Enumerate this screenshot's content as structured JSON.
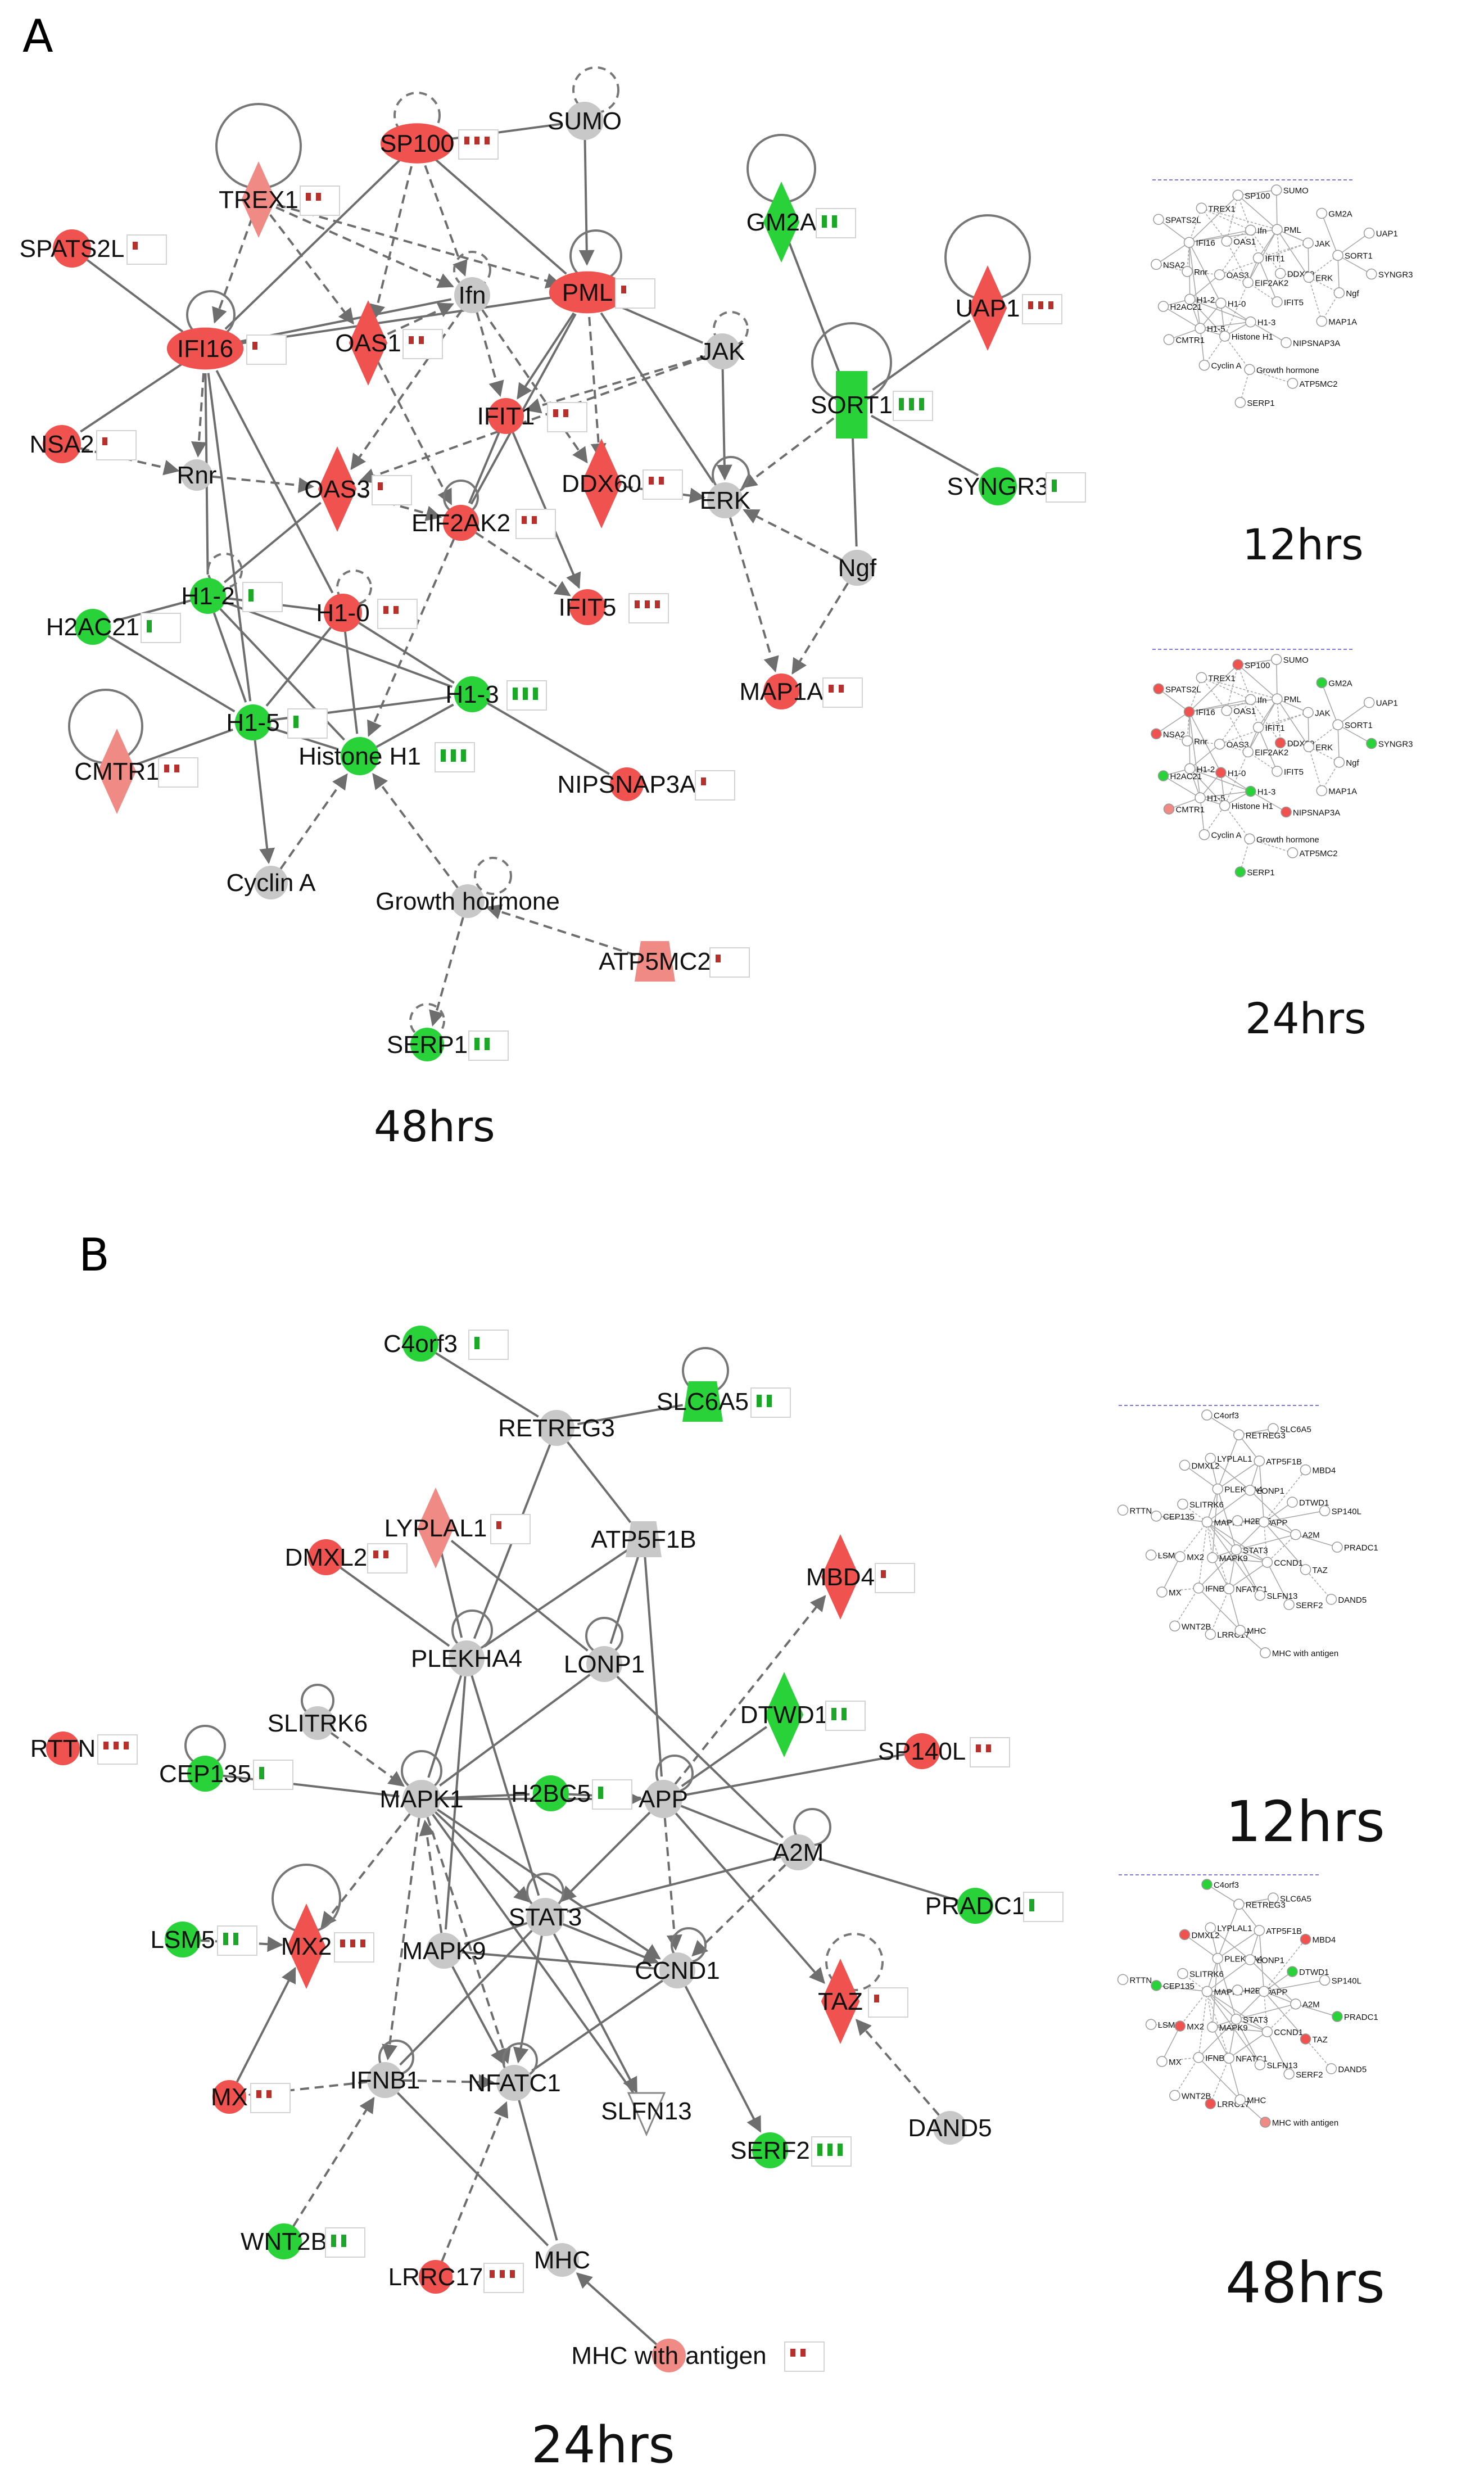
{
  "colors": {
    "up": "#f0524f",
    "upLight": "#f08a85",
    "down": "#2ad23a",
    "neutral": "#c8c8c8",
    "edge": "#6e6e6e"
  },
  "panels": [
    {
      "letter": "A",
      "main_label": "48hrs",
      "thumb_labels": [
        "12hrs",
        "24hrs"
      ],
      "nodes": [
        {
          "id": "SPATS2L",
          "label": "SPATS2L",
          "shape": "circle",
          "color": "up"
        },
        {
          "id": "TREX1",
          "label": "TREX1",
          "shape": "diamond",
          "color": "upLight"
        },
        {
          "id": "SP100",
          "label": "SP100",
          "shape": "ellipse",
          "color": "up"
        },
        {
          "id": "SUMO",
          "label": "SUMO",
          "shape": "circle",
          "color": "neutral"
        },
        {
          "id": "GM2A",
          "label": "GM2A",
          "shape": "diamond",
          "color": "down"
        },
        {
          "id": "UAP1",
          "label": "UAP1",
          "shape": "diamond",
          "color": "up"
        },
        {
          "id": "IFI16",
          "label": "IFI16",
          "shape": "ellipse",
          "color": "up"
        },
        {
          "id": "OAS1",
          "label": "OAS1",
          "shape": "diamond",
          "color": "up"
        },
        {
          "id": "Ifn",
          "label": "Ifn",
          "shape": "circle",
          "color": "neutral"
        },
        {
          "id": "PML",
          "label": "PML",
          "shape": "ellipse",
          "color": "up"
        },
        {
          "id": "JAK",
          "label": "JAK",
          "shape": "circle",
          "color": "neutral"
        },
        {
          "id": "SORT1",
          "label": "SORT1",
          "shape": "rect",
          "color": "down"
        },
        {
          "id": "NSA2",
          "label": "NSA2",
          "shape": "circle",
          "color": "up"
        },
        {
          "id": "IFIT1",
          "label": "IFIT1",
          "shape": "circle",
          "color": "up"
        },
        {
          "id": "Rnr",
          "label": "Rnr",
          "shape": "circle",
          "color": "neutral"
        },
        {
          "id": "OAS3",
          "label": "OAS3",
          "shape": "diamond",
          "color": "up"
        },
        {
          "id": "DDX60",
          "label": "DDX60",
          "shape": "diamond",
          "color": "up"
        },
        {
          "id": "ERK",
          "label": "ERK",
          "shape": "circle",
          "color": "neutral"
        },
        {
          "id": "SYNGR3",
          "label": "SYNGR3",
          "shape": "circle",
          "color": "down"
        },
        {
          "id": "EIF2AK2",
          "label": "EIF2AK2",
          "shape": "circle",
          "color": "up"
        },
        {
          "id": "Ngf",
          "label": "Ngf",
          "shape": "circle",
          "color": "neutral"
        },
        {
          "id": "H1-2",
          "label": "H1-2",
          "shape": "circle",
          "color": "down"
        },
        {
          "id": "H1-0",
          "label": "H1-0",
          "shape": "circle",
          "color": "up"
        },
        {
          "id": "IFIT5",
          "label": "IFIT5",
          "shape": "circle",
          "color": "up"
        },
        {
          "id": "H2AC21",
          "label": "H2AC21",
          "shape": "circle",
          "color": "down"
        },
        {
          "id": "MAP1A",
          "label": "MAP1A",
          "shape": "circle",
          "color": "up"
        },
        {
          "id": "H1-3",
          "label": "H1-3",
          "shape": "circle",
          "color": "down"
        },
        {
          "id": "H1-5",
          "label": "H1-5",
          "shape": "circle",
          "color": "down"
        },
        {
          "id": "CMTR1",
          "label": "CMTR1",
          "shape": "diamond",
          "color": "upLight"
        },
        {
          "id": "HistoneH1",
          "label": "Histone H1",
          "shape": "circle",
          "color": "down"
        },
        {
          "id": "NIPSNAP3A",
          "label": "NIPSNAP3A",
          "shape": "circle",
          "color": "up"
        },
        {
          "id": "CyclinA",
          "label": "Cyclin A",
          "shape": "circle",
          "color": "neutral"
        },
        {
          "id": "GH",
          "label": "Growth hormone",
          "shape": "circle",
          "color": "neutral"
        },
        {
          "id": "ATP5MC2",
          "label": "ATP5MC2",
          "shape": "trapezoid",
          "color": "upLight"
        },
        {
          "id": "SERP1",
          "label": "SERP1",
          "shape": "circle",
          "color": "down"
        }
      ]
    },
    {
      "letter": "B",
      "main_label": "24hrs",
      "thumb_labels": [
        "12hrs",
        "48hrs"
      ],
      "nodes": [
        {
          "id": "C4orf3",
          "label": "C4orf3",
          "shape": "circle",
          "color": "down"
        },
        {
          "id": "SLC6A5",
          "label": "SLC6A5",
          "shape": "trapezoid",
          "color": "down"
        },
        {
          "id": "RETREG3",
          "label": "RETREG3",
          "shape": "circle",
          "color": "neutral"
        },
        {
          "id": "LYPLAL1",
          "label": "LYPLAL1",
          "shape": "diamond",
          "color": "upLight"
        },
        {
          "id": "DMXL2",
          "label": "DMXL2",
          "shape": "circle",
          "color": "up"
        },
        {
          "id": "ATP5F1B",
          "label": "ATP5F1B",
          "shape": "trapezoid",
          "color": "neutral"
        },
        {
          "id": "MBD4",
          "label": "MBD4",
          "shape": "diamond",
          "color": "up"
        },
        {
          "id": "PLEKHA4",
          "label": "PLEKHA4",
          "shape": "circle",
          "color": "neutral"
        },
        {
          "id": "LONP1",
          "label": "LONP1",
          "shape": "circle",
          "color": "neutral"
        },
        {
          "id": "SLITRK6",
          "label": "SLITRK6",
          "shape": "circle",
          "color": "neutral"
        },
        {
          "id": "DTWD1",
          "label": "DTWD1",
          "shape": "diamond",
          "color": "down"
        },
        {
          "id": "RTTN",
          "label": "RTTN",
          "shape": "circle",
          "color": "up"
        },
        {
          "id": "CEP135",
          "label": "CEP135",
          "shape": "circle",
          "color": "down"
        },
        {
          "id": "SP140L",
          "label": "SP140L",
          "shape": "circle",
          "color": "up"
        },
        {
          "id": "MAPK1",
          "label": "MAPK1",
          "shape": "circle",
          "color": "neutral"
        },
        {
          "id": "H2BC5",
          "label": "H2BC5",
          "shape": "circle",
          "color": "down"
        },
        {
          "id": "APP",
          "label": "APP",
          "shape": "circle",
          "color": "neutral"
        },
        {
          "id": "A2M",
          "label": "A2M",
          "shape": "circle",
          "color": "neutral"
        },
        {
          "id": "PRADC1",
          "label": "PRADC1",
          "shape": "circle",
          "color": "down"
        },
        {
          "id": "LSM5",
          "label": "LSM5",
          "shape": "circle",
          "color": "down"
        },
        {
          "id": "MX2",
          "label": "MX2",
          "shape": "diamond",
          "color": "up"
        },
        {
          "id": "MAPK9",
          "label": "MAPK9",
          "shape": "circle",
          "color": "neutral"
        },
        {
          "id": "STAT3",
          "label": "STAT3",
          "shape": "circle",
          "color": "neutral"
        },
        {
          "id": "CCND1",
          "label": "CCND1",
          "shape": "circle",
          "color": "neutral"
        },
        {
          "id": "TAZ",
          "label": "TAZ",
          "shape": "diamond",
          "color": "up"
        },
        {
          "id": "MX",
          "label": "MX",
          "shape": "circle",
          "color": "up"
        },
        {
          "id": "IFNB1",
          "label": "IFNB1",
          "shape": "circle",
          "color": "neutral"
        },
        {
          "id": "NFATC1",
          "label": "NFATC1",
          "shape": "circle",
          "color": "neutral"
        },
        {
          "id": "SLFN13",
          "label": "SLFN13",
          "shape": "triangle",
          "color": "neutral"
        },
        {
          "id": "SERF2",
          "label": "SERF2",
          "shape": "circle",
          "color": "down"
        },
        {
          "id": "DAND5",
          "label": "DAND5",
          "shape": "circle",
          "color": "neutral"
        },
        {
          "id": "WNT2B",
          "label": "WNT2B",
          "shape": "circle",
          "color": "down"
        },
        {
          "id": "LRRC17",
          "label": "LRRC17",
          "shape": "circle",
          "color": "up"
        },
        {
          "id": "MHC",
          "label": "MHC",
          "shape": "circle",
          "color": "neutral"
        },
        {
          "id": "MHCantigen",
          "label": "MHC with antigen",
          "shape": "circle",
          "color": "upLight"
        }
      ]
    }
  ]
}
